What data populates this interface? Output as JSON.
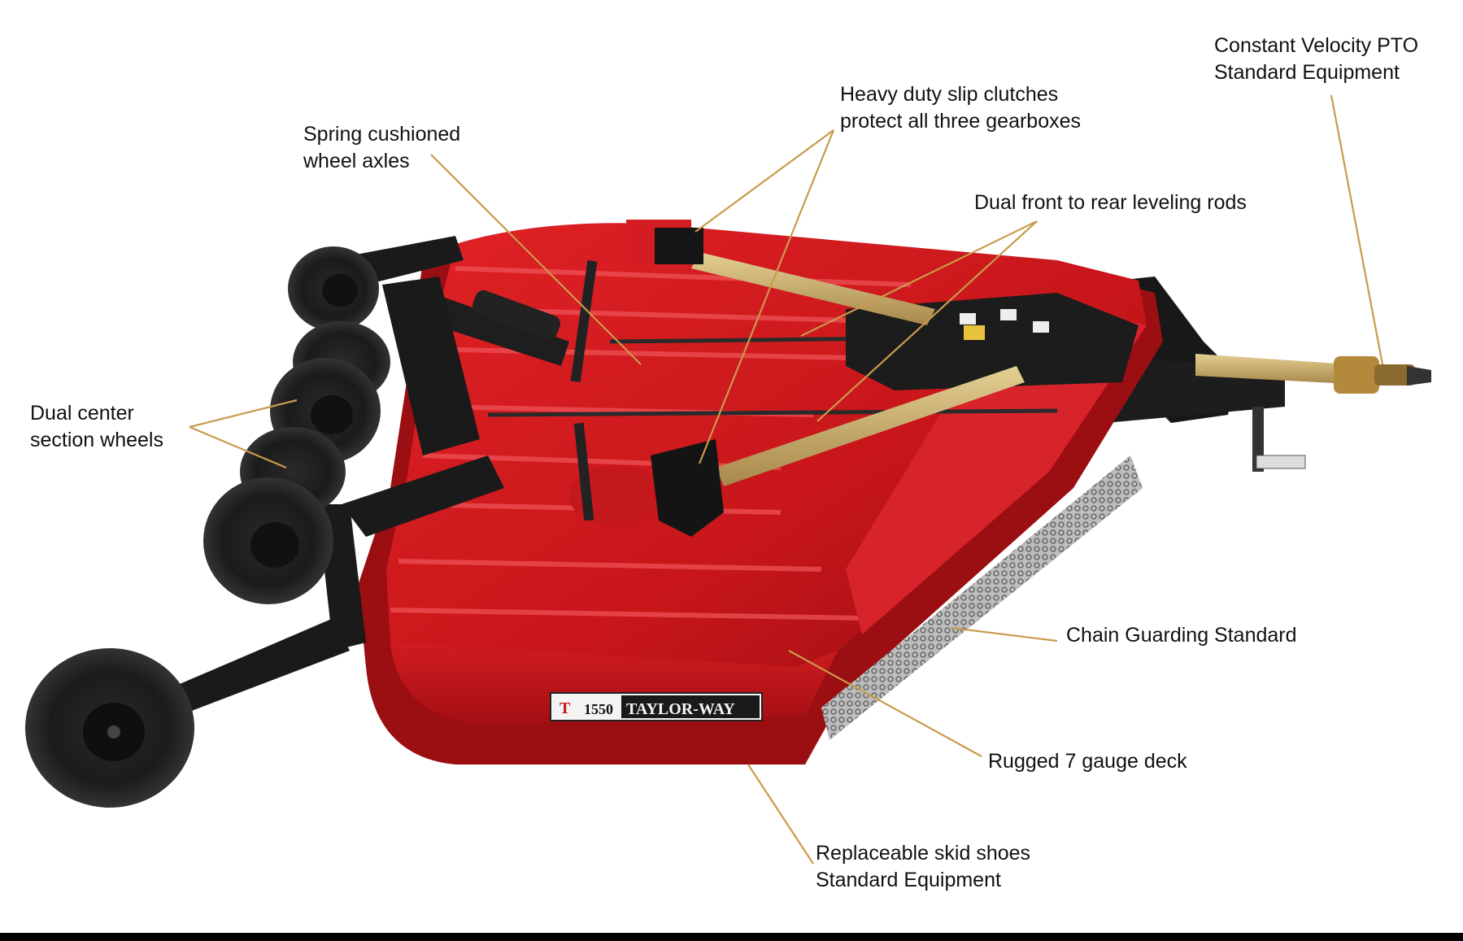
{
  "image": {
    "subject": "rotary cutter",
    "deck_color": "#cc1418",
    "frame_color": "#1a1a1a",
    "driveline_color": "#c9ad6a",
    "leader_color": "#c99a4c"
  },
  "badge": {
    "logo": "T",
    "model": "1550",
    "brand": "TAYLOR-WAY"
  },
  "callouts": {
    "pto": {
      "line1": "Constant Velocity PTO",
      "line2": "Standard Equipment"
    },
    "clutches": {
      "line1": "Heavy duty slip clutches",
      "line2": "protect all three gearboxes"
    },
    "axles": {
      "line1": "Spring cushioned",
      "line2": "wheel axles"
    },
    "rods": {
      "line1": "Dual front to rear leveling rods"
    },
    "wheels": {
      "line1": "Dual center",
      "line2": "section wheels"
    },
    "chain": {
      "line1": "Chain Guarding Standard"
    },
    "deck": {
      "line1": "Rugged 7 gauge deck"
    },
    "skid": {
      "line1": "Replaceable skid shoes",
      "line2": "Standard Equipment"
    }
  }
}
